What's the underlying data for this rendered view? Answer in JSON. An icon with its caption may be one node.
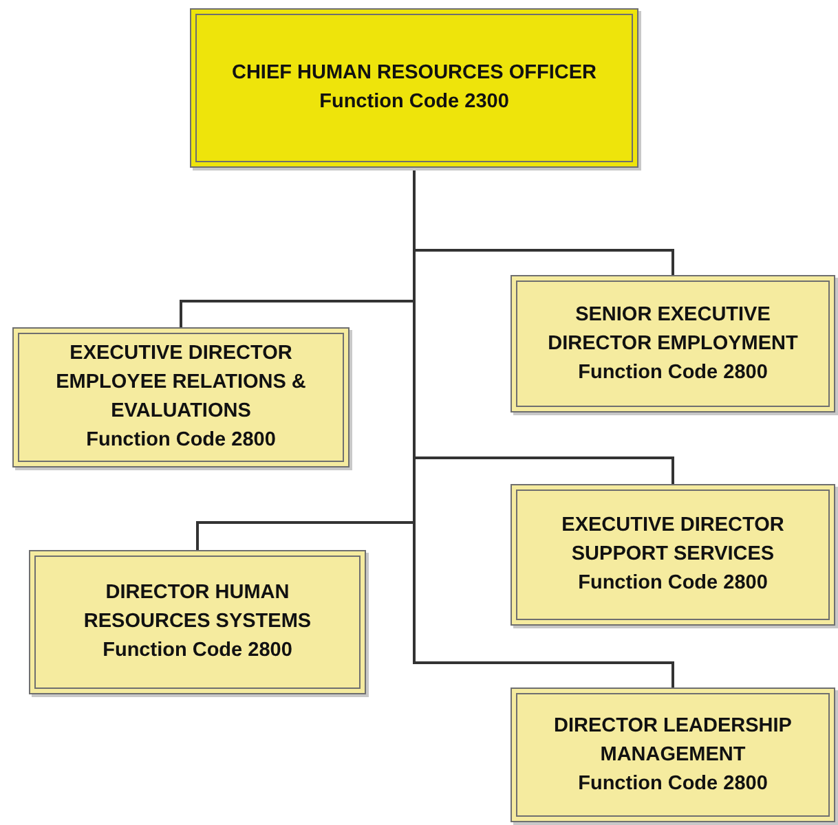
{
  "diagram": {
    "nodes": [
      {
        "text": [
          "CHIEF HUMAN RESOURCES OFFICER",
          "Function Code 2300"
        ]
      },
      {
        "text": [
          "SENIOR EXECUTIVE DIRECTOR EMPLOYMENT",
          "Function Code 2800"
        ]
      },
      {
        "text": [
          "EXECUTIVE DIRECTOR EMPLOYEE RELATIONS & EVALUATIONS",
          "Function Code 2800"
        ]
      },
      {
        "text": [
          "EXECUTIVE DIRECTOR SUPPORT SERVICES",
          "Function Code 2800"
        ]
      },
      {
        "text": [
          "DIRECTOR HUMAN RESOURCES SYSTEMS",
          "Function Code 2800"
        ]
      },
      {
        "text": [
          "DIRECTOR LEADERSHIP MANAGEMENT",
          "Function Code 2800"
        ]
      }
    ],
    "edges": [
      {
        "from": 0,
        "to": 1,
        "arrow": "none"
      },
      {
        "from": 0,
        "to": 2,
        "arrow": "none"
      },
      {
        "from": 0,
        "to": 3,
        "arrow": "none"
      },
      {
        "from": 0,
        "to": 4,
        "arrow": "none"
      },
      {
        "from": 0,
        "to": 5,
        "arrow": "none"
      }
    ]
  }
}
